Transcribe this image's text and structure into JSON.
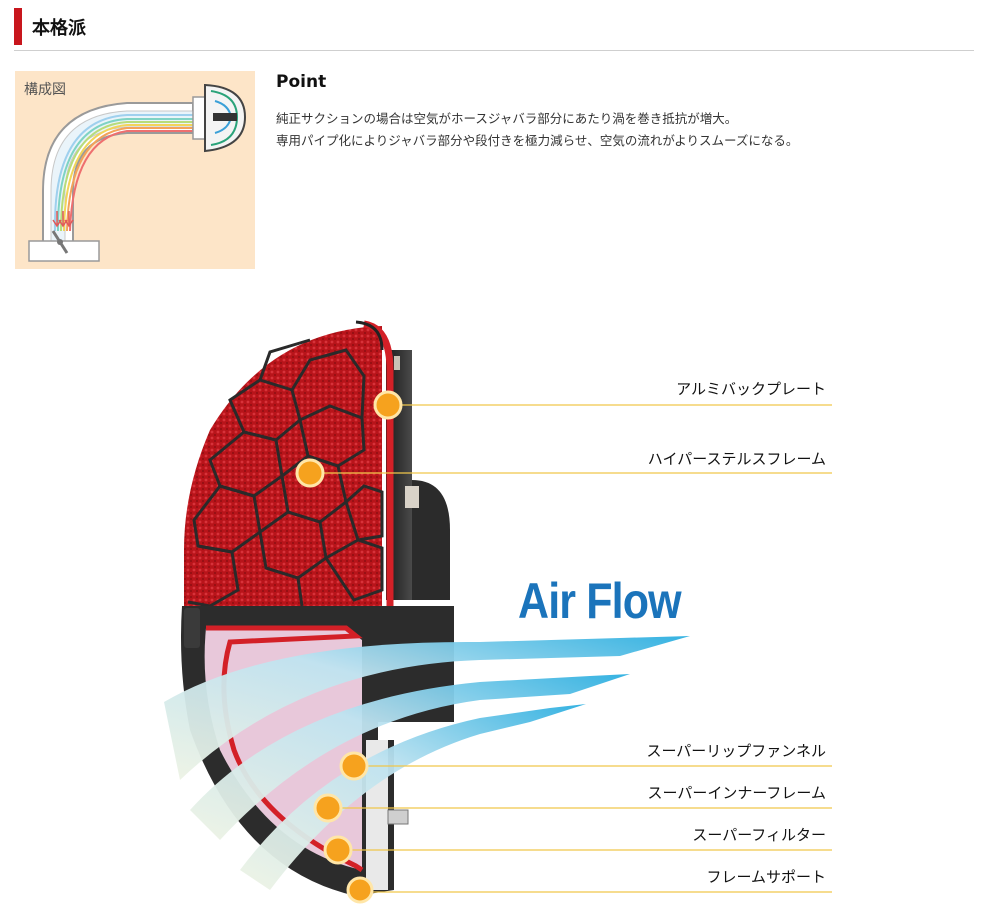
{
  "header": {
    "title": "本格派"
  },
  "diagram": {
    "label": "構成図"
  },
  "point": {
    "title": "Point",
    "lines": [
      "純正サクションの場合は空気がホースジャバラ部分にあたり渦を巻き抵抗が増大。",
      "専用パイプ化によりジャバラ部分や段付きを極力減らせ、空気の流れがよりスムーズになる。"
    ]
  },
  "product": {
    "airflow_text": "Air Flow",
    "parts": [
      {
        "label": "アルミバックプレート"
      },
      {
        "label": "ハイパーステルスフレーム"
      },
      {
        "label": "スーパーリップファンネル"
      },
      {
        "label": "スーパーインナーフレーム"
      },
      {
        "label": "スーパーフィルター"
      },
      {
        "label": "フレームサポート"
      }
    ]
  },
  "colors": {
    "accent_red": "#c8161d",
    "airflow_blue": "#1b74bb",
    "callout_orange": "#f6a21e",
    "leader_line": "#f0c64a",
    "diagram_bg": "#fde5c8"
  }
}
